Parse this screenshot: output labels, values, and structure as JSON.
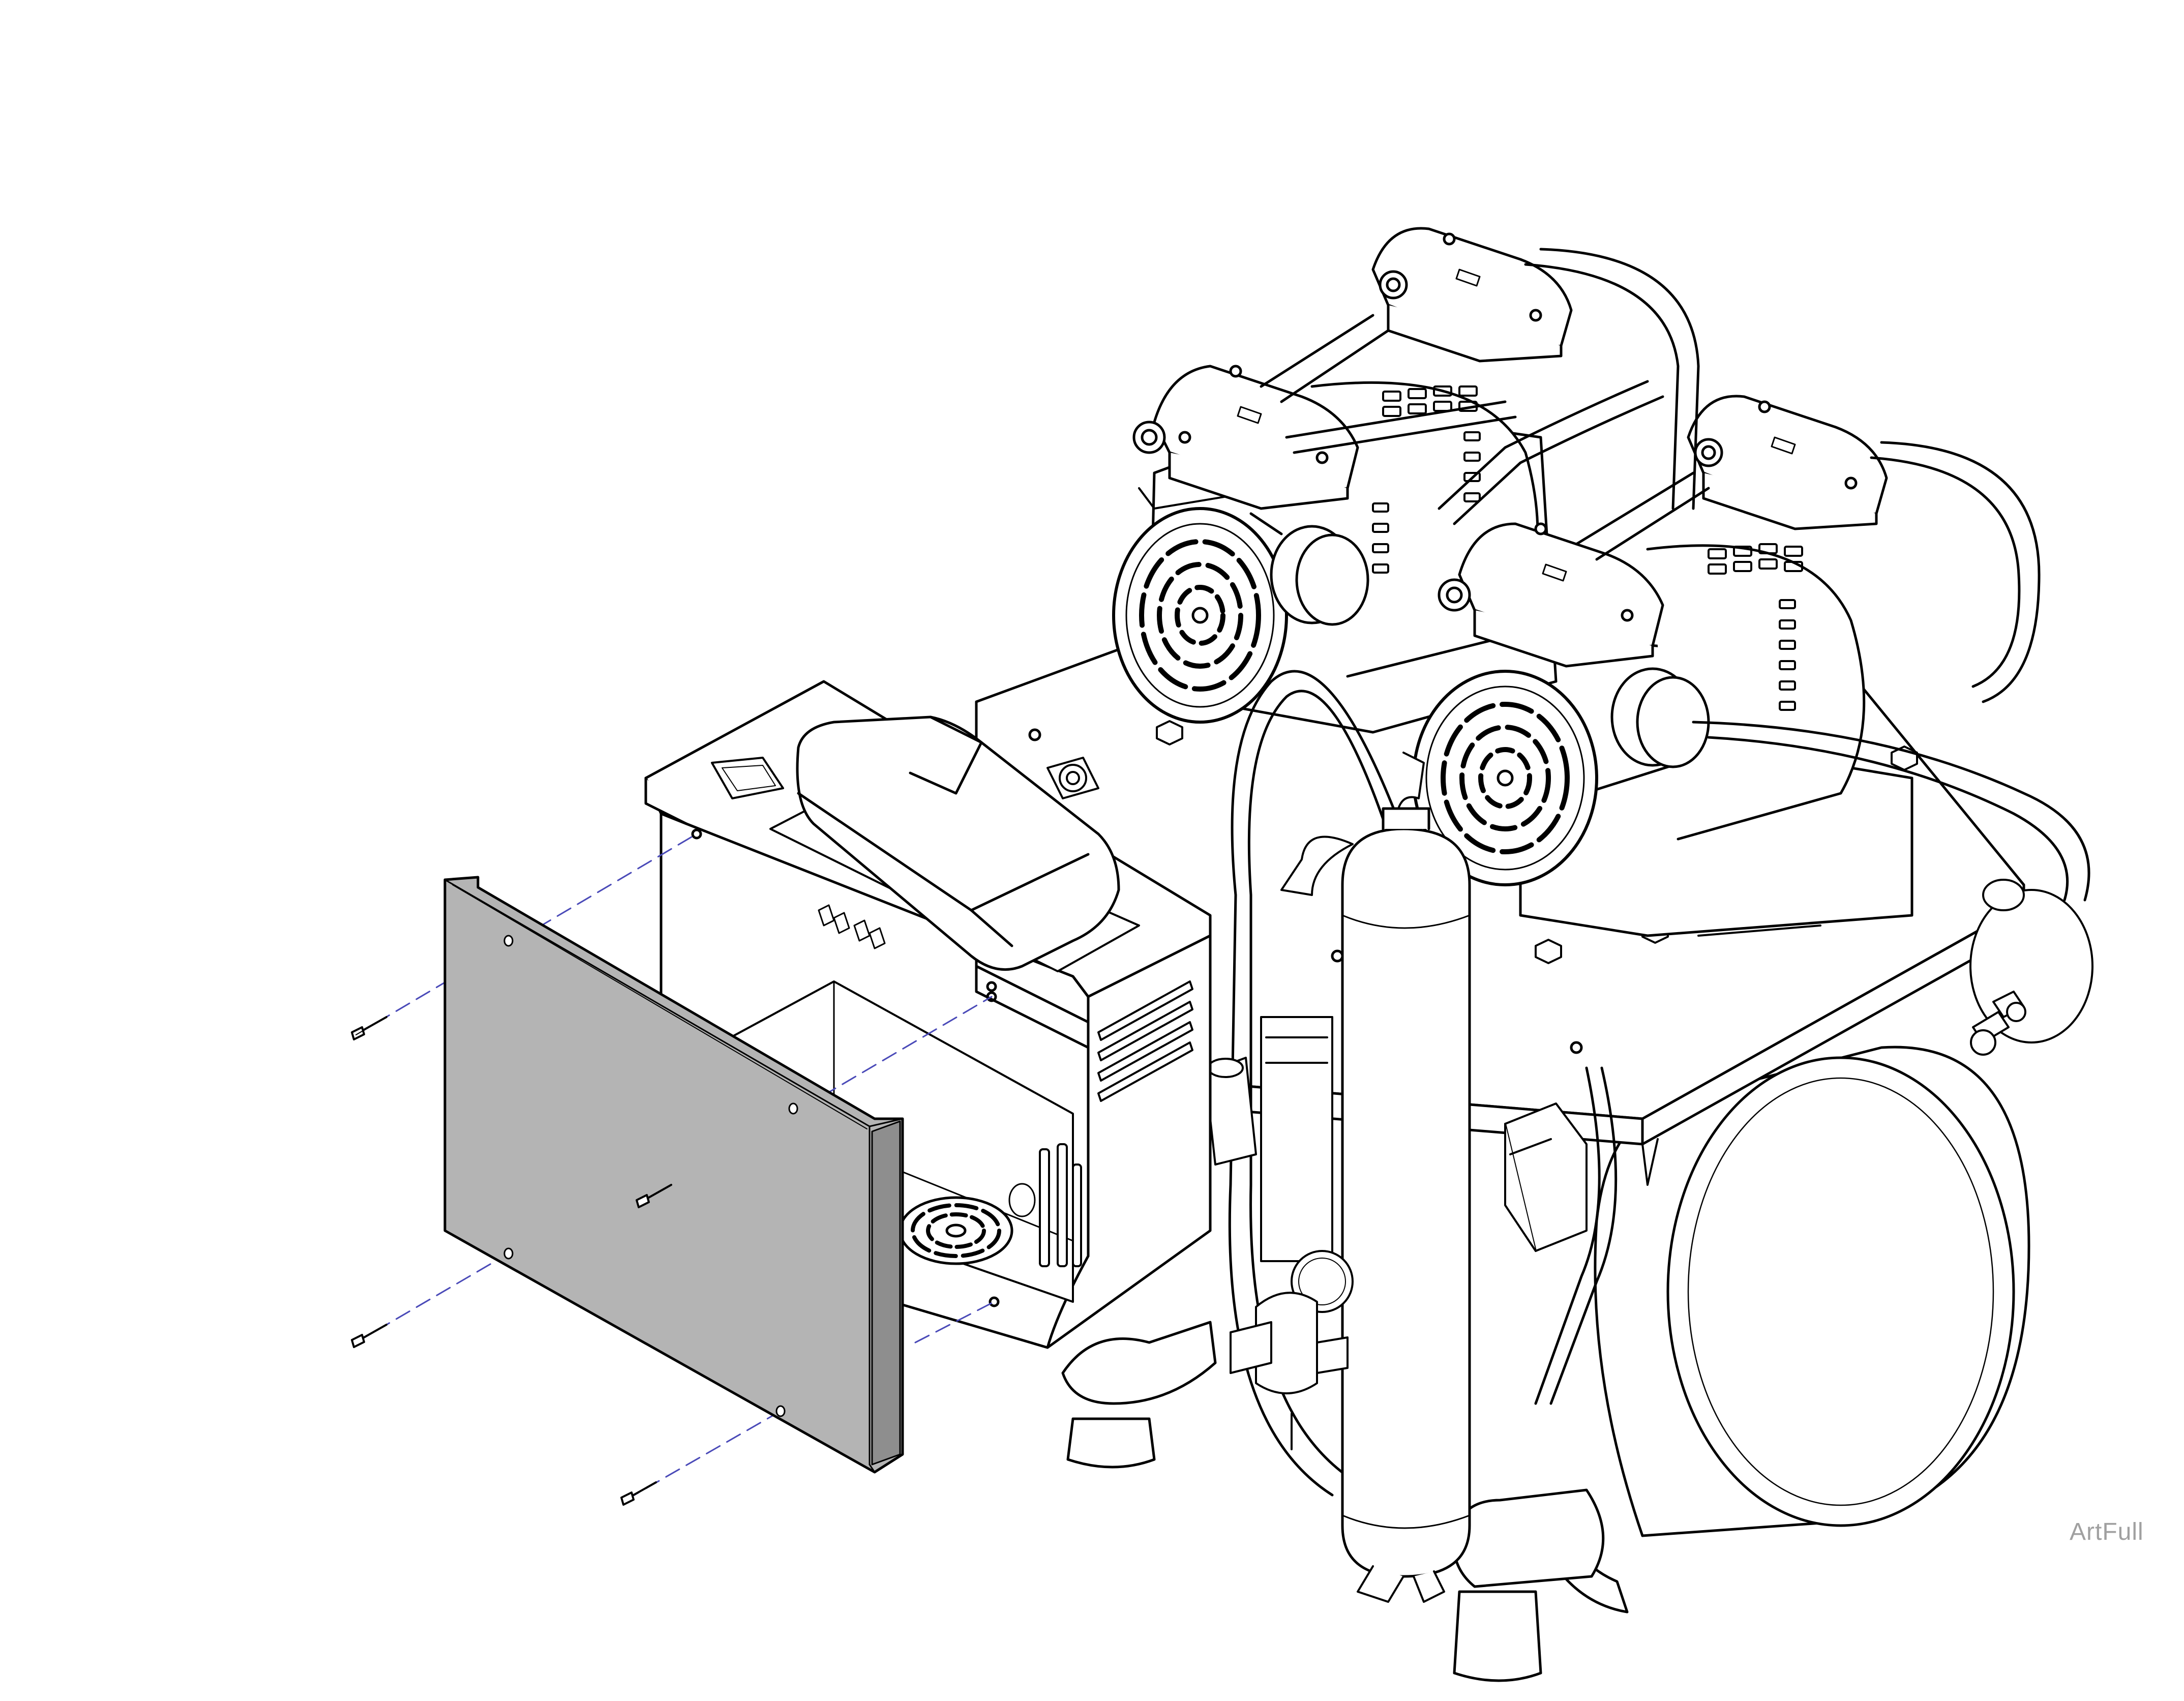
{
  "figure": {
    "watermark": "ArtFull",
    "callouts": [],
    "colors": {
      "line": "#000000",
      "panel_fill": "#b4b4b4",
      "panel_edge": "#8e8e8e",
      "guide_dash": "#4a4ab8",
      "background": "#ffffff"
    }
  },
  "parts": [
    {
      "name": "rear-access-panel",
      "icon": "shaded-plate"
    },
    {
      "name": "panel-screw",
      "count": 4,
      "icon": "screw-icon"
    },
    {
      "name": "control-box",
      "icon": "electrical-enclosure"
    },
    {
      "name": "compressor-head",
      "count": 4,
      "icon": "pump-head"
    },
    {
      "name": "motor-fan-guard",
      "count": 2,
      "icon": "fan-grille"
    },
    {
      "name": "air-tank",
      "icon": "horizontal-cylinder"
    },
    {
      "name": "vertical-dryer-canister",
      "icon": "vertical-cylinder"
    },
    {
      "name": "air-hose",
      "icon": "hose"
    },
    {
      "name": "rubber-foot",
      "icon": "foot"
    }
  ]
}
